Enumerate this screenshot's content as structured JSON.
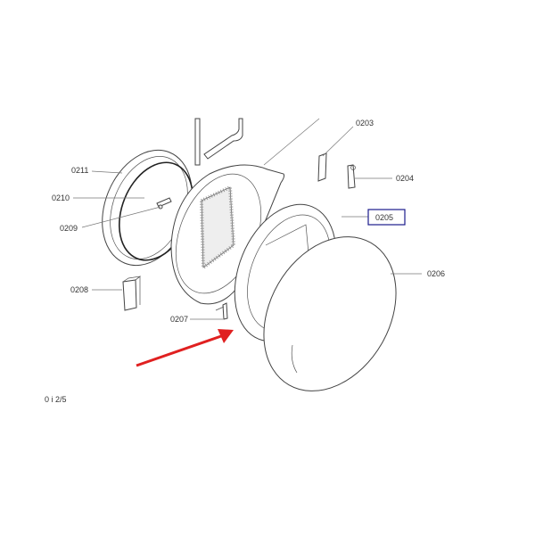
{
  "parts": [
    {
      "id": "0203"
    },
    {
      "id": "0204"
    },
    {
      "id": "0205",
      "highlighted": true
    },
    {
      "id": "0206"
    },
    {
      "id": "0207"
    },
    {
      "id": "0208"
    },
    {
      "id": "0209"
    },
    {
      "id": "0210"
    },
    {
      "id": "0211"
    }
  ],
  "footer": "0 i 2/5",
  "colors": {
    "highlight_box": "#1a1a8c",
    "arrow": "#e02020"
  }
}
